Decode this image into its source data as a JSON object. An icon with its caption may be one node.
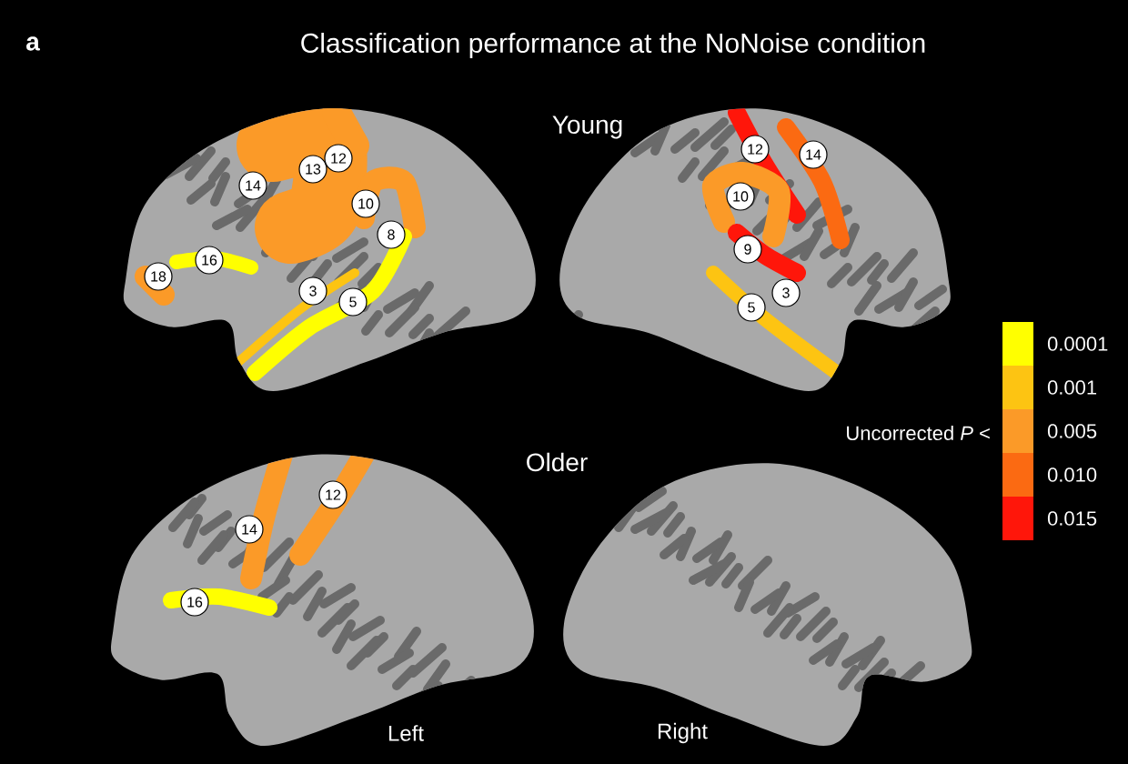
{
  "diagram": {
    "title": "Classification performance at the NoNoise condition",
    "labels": [
      "a",
      "Young",
      "14",
      "13",
      "12",
      "10",
      "8",
      "16",
      "18",
      "3",
      "5",
      "12",
      "14",
      "10",
      "9",
      "3",
      "5",
      "Uncorrected *P* <",
      "Older",
      "12",
      "14",
      "16",
      "Left",
      "Right"
    ],
    "legend": [
      {
        "text": "0.0001",
        "color": "#ffff00"
      },
      {
        "text": "0.001",
        "color": "#fdc412"
      },
      {
        "text": "0.005",
        "color": "#fb9a28"
      },
      {
        "text": "0.010",
        "color": "#fb6a12"
      },
      {
        "text": "0.015",
        "color": "#ff160a"
      }
    ]
  }
}
